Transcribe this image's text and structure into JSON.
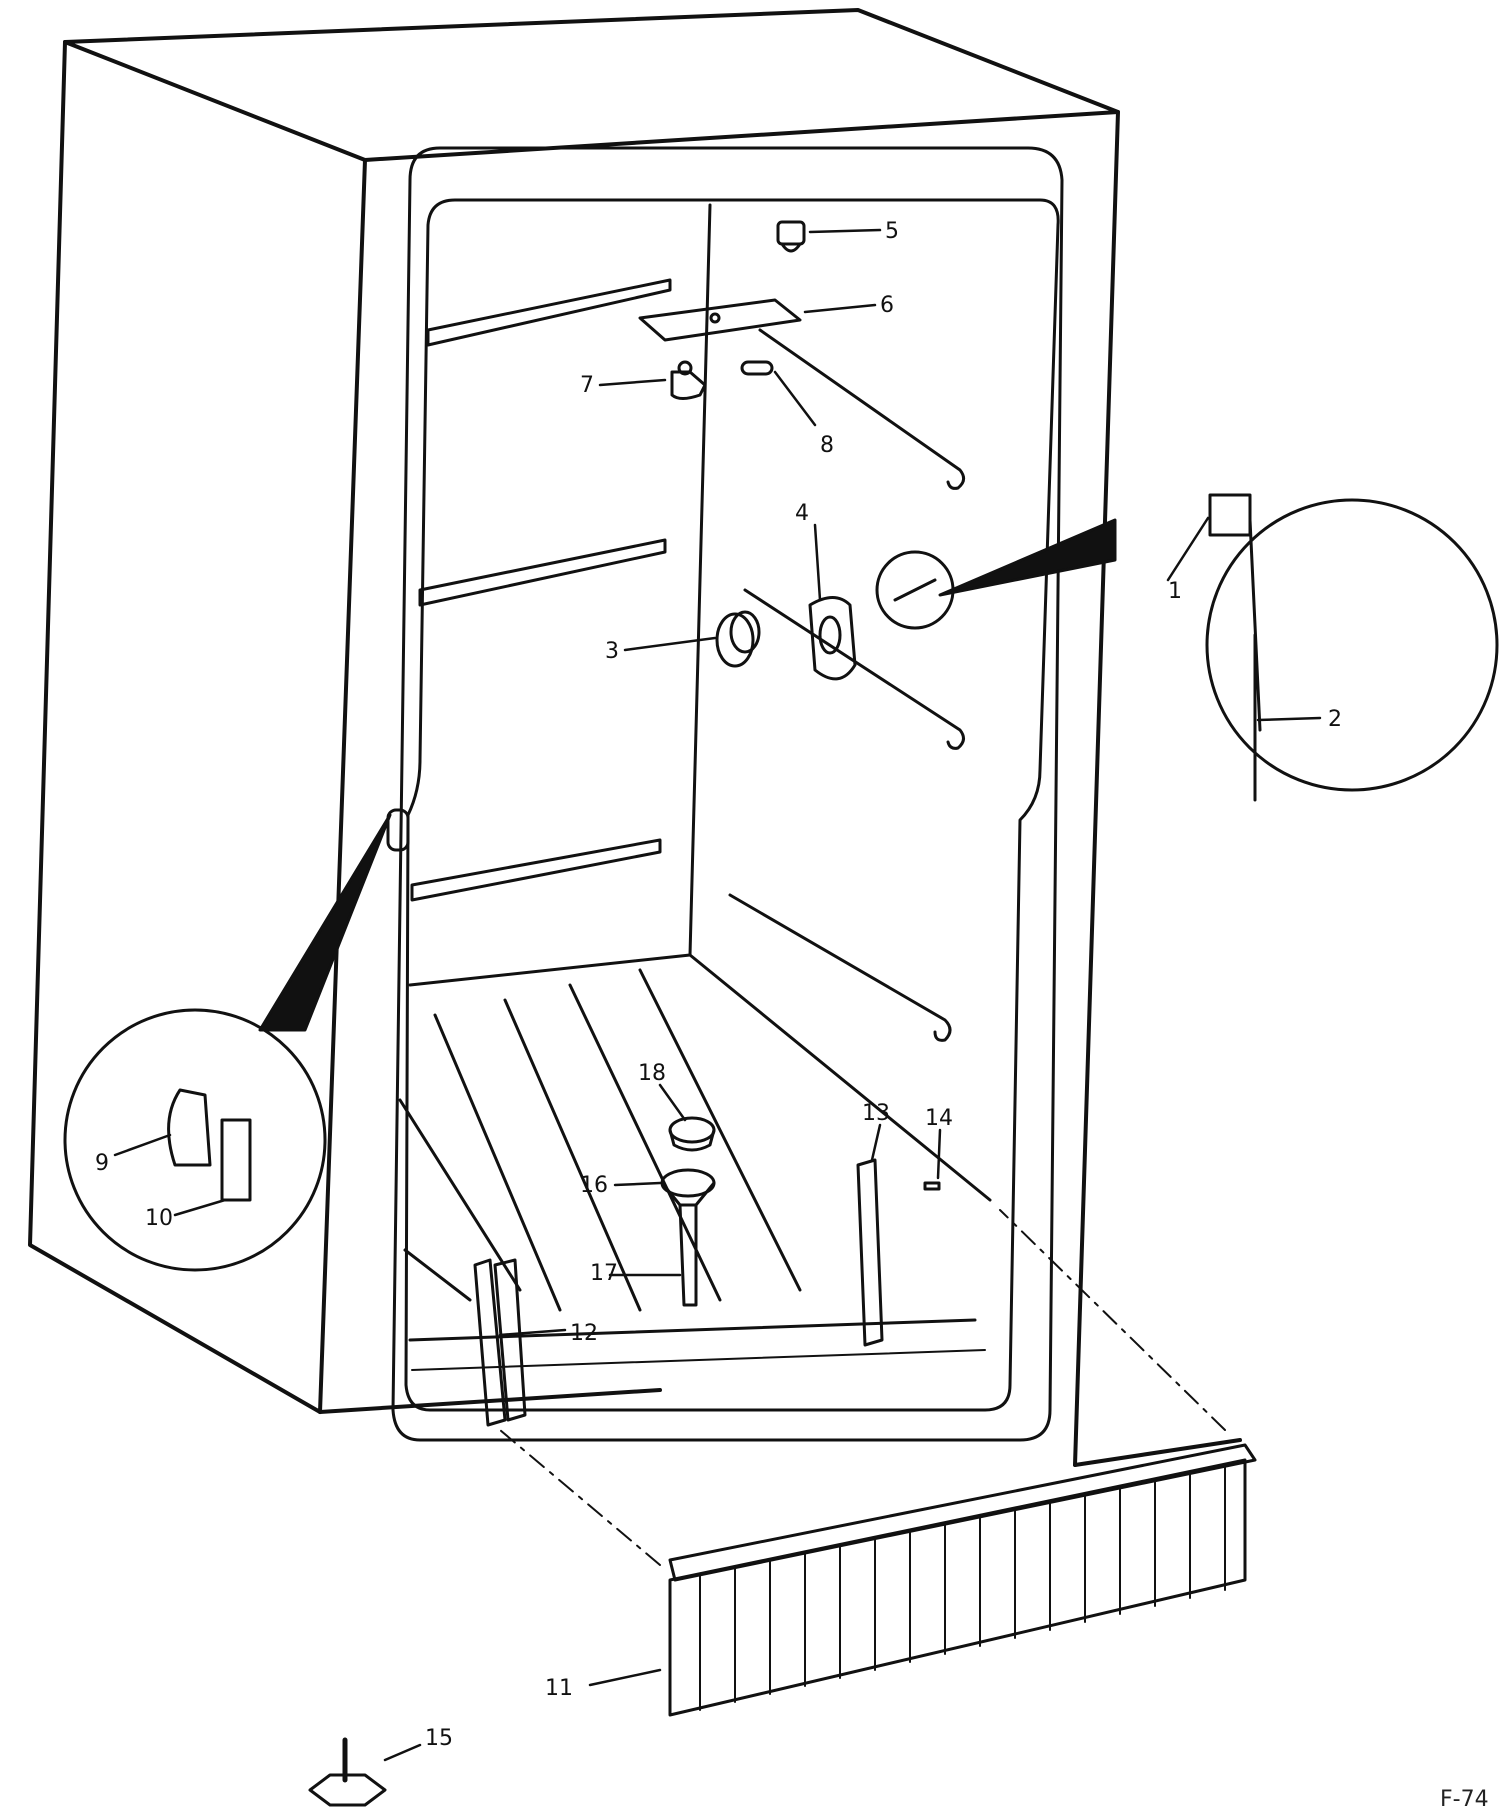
{
  "figure_id": "F-74",
  "callouts": [
    "1",
    "2",
    "3",
    "4",
    "5",
    "6",
    "7",
    "8",
    "9",
    "10",
    "11",
    "12",
    "13",
    "14",
    "15",
    "16",
    "17",
    "18"
  ]
}
